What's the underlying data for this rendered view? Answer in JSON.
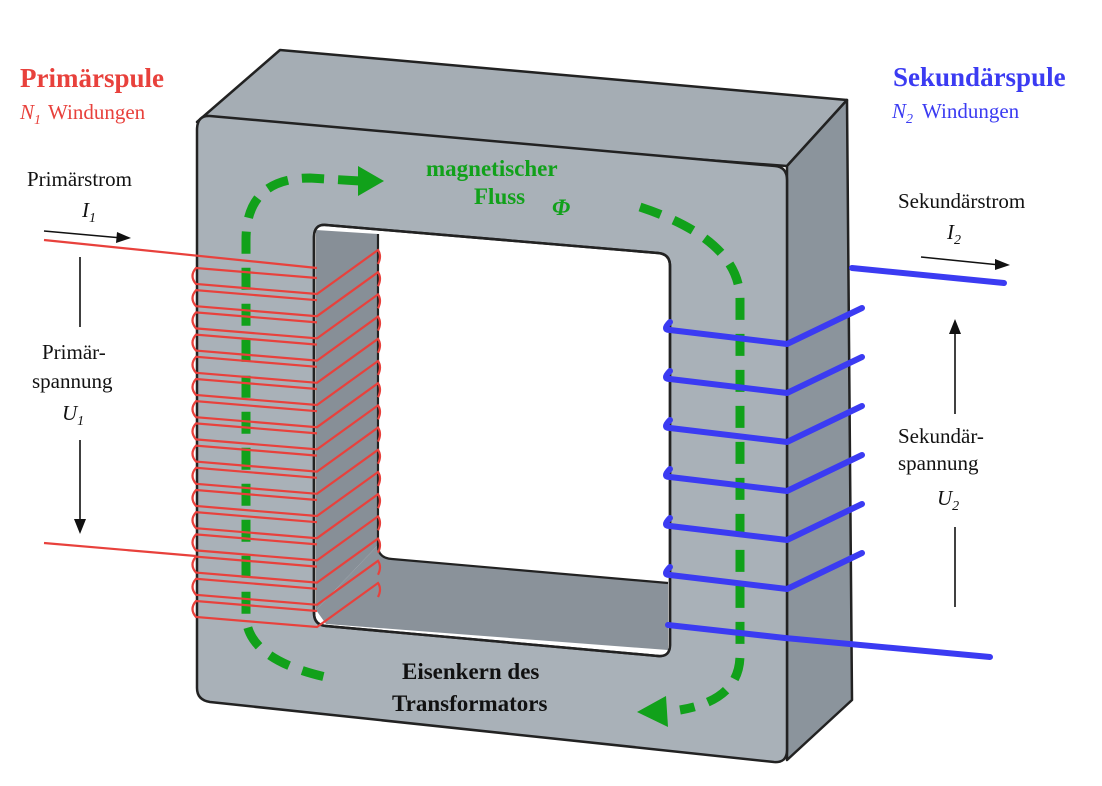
{
  "primary": {
    "title": "Primärspule",
    "turns_symbol": "N",
    "turns_sub": "1",
    "turns_word": "Windungen",
    "current_label": "Primärstrom",
    "current_symbol": "I",
    "current_sub": "1",
    "voltage_line1": "Primär-",
    "voltage_line2": "spannung",
    "voltage_symbol": "U",
    "voltage_sub": "1",
    "color": "#e8413c"
  },
  "secondary": {
    "title": "Sekundärspule",
    "turns_symbol": "N",
    "turns_sub": "2",
    "turns_word": "Windungen",
    "current_label": "Sekundärstrom",
    "current_symbol": "I",
    "current_sub": "2",
    "voltage_line1": "Sekundär-",
    "voltage_line2": "spannung",
    "voltage_symbol": "U",
    "voltage_sub": "2",
    "color": "#3b3bf2"
  },
  "flux": {
    "line1": "magnetischer",
    "line2": "Fluss",
    "symbol": "Φ",
    "color": "#11a11a"
  },
  "core": {
    "line1": "Eisenkern des",
    "line2": "Transformators"
  }
}
